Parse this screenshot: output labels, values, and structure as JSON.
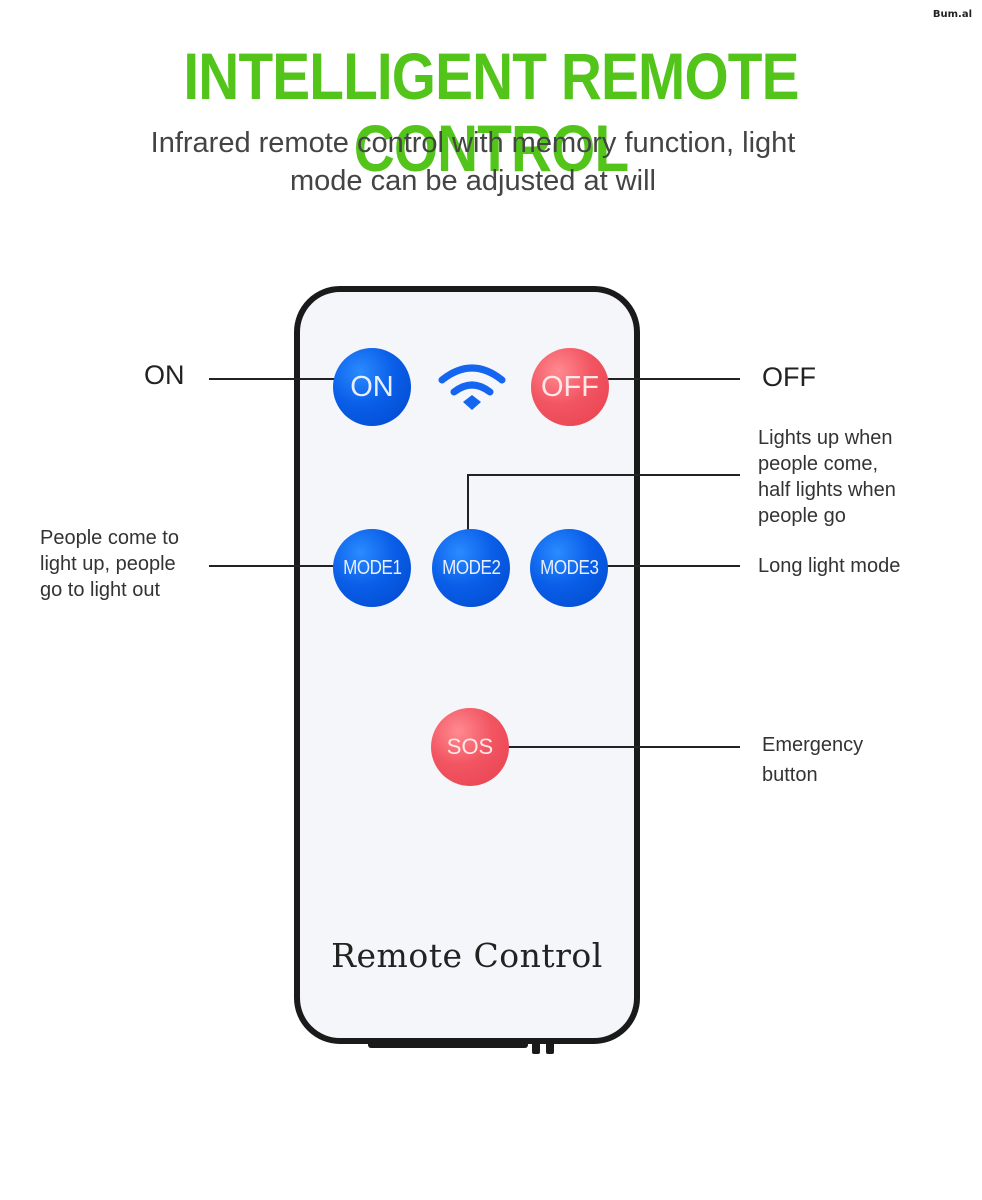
{
  "watermark": "Bum.al",
  "headline": "INTELLIGENT REMOTE CONTROL",
  "subtitle": {
    "line1": "Infrared remote control with memory function, light",
    "line2": "mode can be adjusted at will"
  },
  "colors": {
    "headline": "#52c41a",
    "button_blue": "#0a5ee8",
    "button_red": "#f25562",
    "remote_border": "#1a1a1a"
  },
  "remote": {
    "brand_label": "Remote Control",
    "signal_icon": "wifi-icon",
    "buttons": {
      "on": "ON",
      "off": "OFF",
      "mode1": "MODE1",
      "mode2": "MODE2",
      "mode3": "MODE3",
      "sos": "SOS"
    }
  },
  "callouts": {
    "on": "ON",
    "off": "OFF",
    "mode1": [
      "People come to",
      "light up, people",
      "go to light out"
    ],
    "mode2": [
      "Lights up when",
      "people come,",
      "half lights when",
      "people go"
    ],
    "mode3": "Long light mode",
    "sos": [
      "Emergency",
      "button"
    ]
  }
}
